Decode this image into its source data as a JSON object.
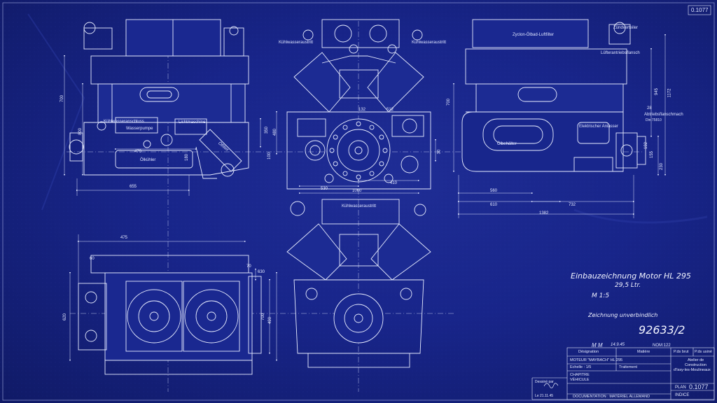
{
  "sheet_number_corner": "0.1077",
  "title_block": {
    "title_line1": "Einbauzeichnung Motor HL 295",
    "title_line2": "29,5 Ltr.",
    "scale_note": "M 1:5",
    "subtitle": "Zeichnung unverbindlich",
    "drawing_number": "92633/2",
    "mm_label": "M M",
    "date": "14.9.45",
    "nom_label": "NOM:122",
    "col_designation": "Désignation",
    "col_material": "Matière",
    "col_weight_gross": "P.ds brut",
    "col_weight_net": "P.ds usiné",
    "part_name": "MOTEUR \"MAYBACH\" HL 295",
    "scale_label": "Echelle : 1/5",
    "treatment_label": "Traitement",
    "chapter_label": "CHAPITRE",
    "vehicle_label": "VÉHICULE",
    "drawn_by_label": "Dessiné par",
    "drawn_date": "Le 21.11.45",
    "documentation_label": "DOCUMENTATION : MATÉRIEL ALLEMAND",
    "workshop_line1": "Atelier de",
    "workshop_line2": "Construction",
    "workshop_line3": "d'Issy-les-Moulineaux",
    "plan_label": "PLAN",
    "plan_number": "0.1077",
    "index_label": "INDICE"
  },
  "annotations": {
    "kuehlwasseraustritt_left": "Kühlwasseraustritt",
    "kuehlwasseraustritt_right": "Kühlwasseraustritt",
    "kuehlwasseraustritt_lower": "Kühlwasseraustritt",
    "zyklon_luftfilter": "Zyclon-Ölbad-Luftfilter",
    "lichtmaschine": "Lichtmaschine",
    "wasserpumpe": "Wasserpumpe",
    "kuehlwasserleitung": "Kühlwasseranschluss",
    "oelfilter": "Ölfilter",
    "oelkuehler": "Ölkühler",
    "oelbehaelter": "Ölbehälter",
    "luefterantrieb": "Lüfterantriebsflansch",
    "elektrischer_anlasser": "Elektrischer Anlasser",
    "abtriebsflansch": "Abtriebsflanschmach",
    "abtriebsflansch_sub": "Din 75810",
    "zuendverteiler": "Zündverteiler"
  },
  "dimensions": {
    "d700_left": "700",
    "d800": "800",
    "d350": "350",
    "d470": "470",
    "d180": "180",
    "d655": "655",
    "d475": "475",
    "d60": "60",
    "d70": "70",
    "d620": "620",
    "d700_plan": "700",
    "d630": "630",
    "d490": "490",
    "d530": "530",
    "d1060": "1060",
    "d410": "410",
    "d512": "512",
    "d132": "132",
    "d100": "100",
    "d480": "480",
    "d30": "30",
    "d700_right": "700",
    "d945": "945",
    "d1172": "1172",
    "d230": "230",
    "d28": "28",
    "d560": "560",
    "d610": "610",
    "d732": "732",
    "d1382": "1382",
    "d192": "192",
    "d155": "155"
  }
}
